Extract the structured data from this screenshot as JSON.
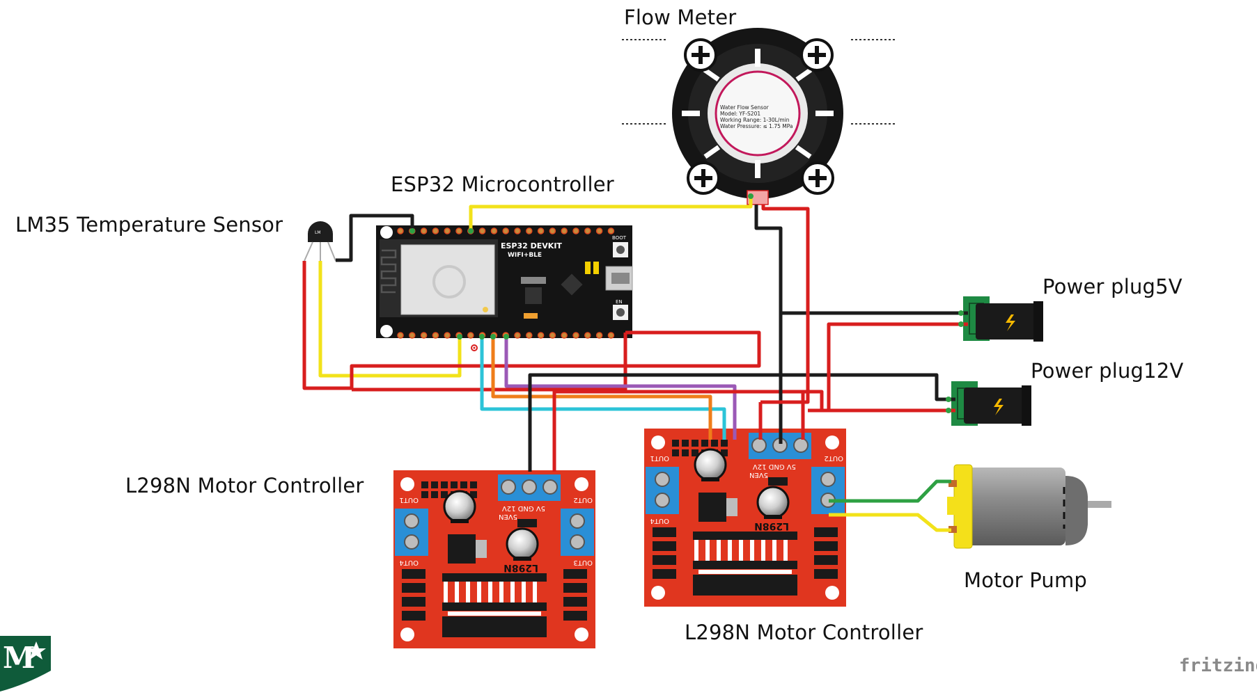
{
  "labels": {
    "flow_meter": "Flow Meter",
    "esp32": "ESP32 Microcontroller",
    "lm35": "LM35 Temperature Sensor",
    "power_5v": "Power plug5V",
    "power_12v": "Power plug12V",
    "l298n_left": "L298N Motor Controller",
    "l298n_right": "L298N Motor Controller",
    "motor_pump": "Motor Pump"
  },
  "footer": {
    "app_mark": "fritzing",
    "logo_text": "M"
  },
  "flow_sensor_text": {
    "line1": "Water Flow Sensor",
    "line2": "Model: YF-S201",
    "line3": "Working Range: 1-30L/min",
    "line4": "Water Pressure: ≤ 1.75 MPa"
  },
  "esp32_board": {
    "title": "ESP32 DEVKIT",
    "subtitle": "WIFI+BLE",
    "boot": "BOOT",
    "en": "EN"
  },
  "l298n_board": {
    "chip": "L298N",
    "out1": "OUT1",
    "out2": "OUT2",
    "out3": "OUT3",
    "out4": "OUT4",
    "pwr": "5V  GND  12V",
    "en": "5VEN"
  },
  "colors": {
    "wire_red": "#d81e1e",
    "wire_black": "#1c1c1c",
    "wire_yellow": "#f2e21a",
    "wire_cyan": "#2cc4d8",
    "wire_orange": "#ef7d1a",
    "wire_purple": "#9b59b6",
    "wire_green": "#2ea043",
    "board_red": "#e0361f",
    "terminal_blue": "#2a8fd6",
    "pcb_black": "#141414",
    "motor_yellow": "#f4e01a",
    "motor_gray": "#8a8a8a"
  }
}
